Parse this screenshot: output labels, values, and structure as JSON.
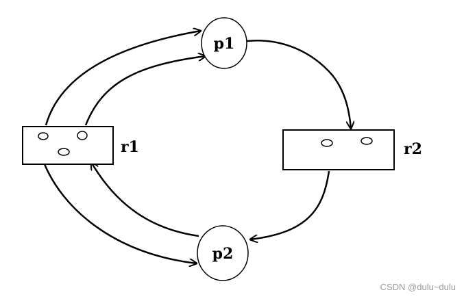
{
  "nodes": {
    "p1": {
      "label": "p1"
    },
    "p2": {
      "label": "p2"
    },
    "r1": {
      "label": "r1"
    },
    "r2": {
      "label": "r2"
    }
  },
  "watermark": "CSDN @dulu~dulu"
}
